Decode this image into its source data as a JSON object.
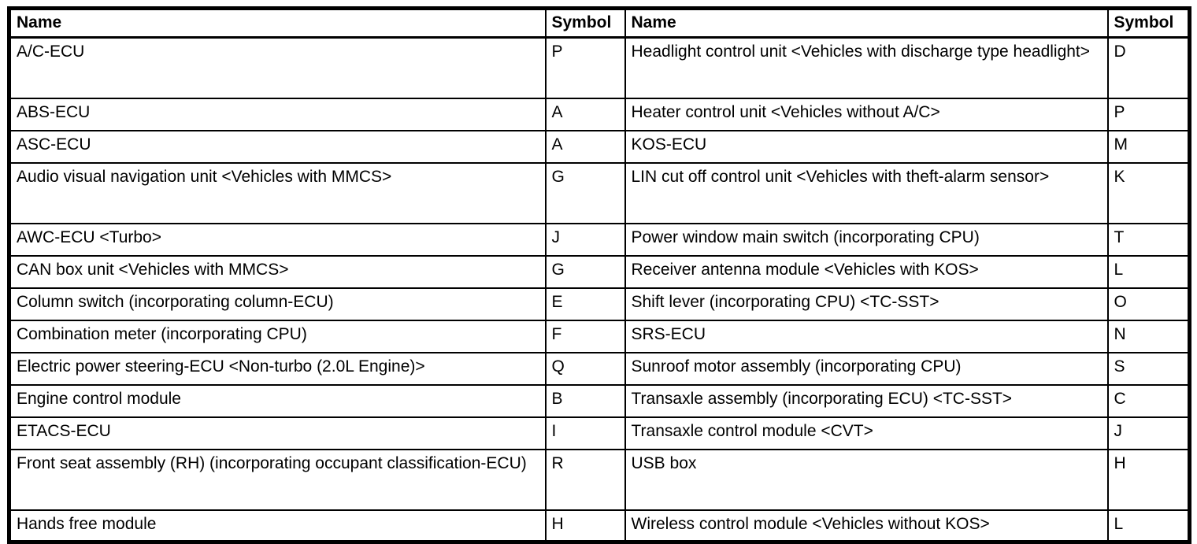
{
  "table": {
    "headers": [
      "Name",
      "Symbol",
      "Name",
      "Symbol"
    ],
    "rows": [
      {
        "left_name": "A/C-ECU",
        "left_symbol": "P",
        "right_name": "Headlight control unit <Vehicles with discharge type headlight>",
        "right_symbol": "D",
        "tall": true
      },
      {
        "left_name": "ABS-ECU",
        "left_symbol": "A",
        "right_name": "Heater control unit <Vehicles without A/C>",
        "right_symbol": "P",
        "tall": false
      },
      {
        "left_name": "ASC-ECU",
        "left_symbol": "A",
        "right_name": "KOS-ECU",
        "right_symbol": "M",
        "tall": false
      },
      {
        "left_name": "Audio visual navigation unit <Vehicles with MMCS>",
        "left_symbol": "G",
        "right_name": "LIN cut off control unit <Vehicles with theft-alarm sensor>",
        "right_symbol": "K",
        "tall": true
      },
      {
        "left_name": "AWC-ECU <Turbo>",
        "left_symbol": "J",
        "right_name": "Power window main switch (incorporating CPU)",
        "right_symbol": "T",
        "tall": false
      },
      {
        "left_name": "CAN box unit <Vehicles with MMCS>",
        "left_symbol": "G",
        "right_name": "Receiver antenna module <Vehicles with KOS>",
        "right_symbol": "L",
        "tall": false
      },
      {
        "left_name": "Column switch (incorporating column-ECU)",
        "left_symbol": "E",
        "right_name": "Shift lever (incorporating CPU) <TC-SST>",
        "right_symbol": "O",
        "tall": false
      },
      {
        "left_name": "Combination meter (incorporating CPU)",
        "left_symbol": "F",
        "right_name": "SRS-ECU",
        "right_symbol": "N",
        "tall": false
      },
      {
        "left_name": "Electric power steering-ECU <Non-turbo (2.0L Engine)>",
        "left_symbol": "Q",
        "right_name": "Sunroof motor assembly (incorporating CPU)",
        "right_symbol": "S",
        "tall": false
      },
      {
        "left_name": "Engine control module",
        "left_symbol": "B",
        "right_name": "Transaxle assembly (incorporating ECU) <TC-SST>",
        "right_symbol": "C",
        "tall": false
      },
      {
        "left_name": "ETACS-ECU",
        "left_symbol": "I",
        "right_name": "Transaxle control module <CVT>",
        "right_symbol": "J",
        "tall": false
      },
      {
        "left_name": "Front seat assembly (RH) (incorporating occupant classification-ECU)",
        "left_symbol": "R",
        "right_name": "USB box",
        "right_symbol": "H",
        "tall": true
      },
      {
        "left_name": "Hands free module",
        "left_symbol": "H",
        "right_name": "Wireless control module <Vehicles without KOS>",
        "right_symbol": "L",
        "tall": false
      }
    ]
  },
  "colors": {
    "border": "#000000",
    "text": "#000000",
    "background": "#ffffff"
  }
}
